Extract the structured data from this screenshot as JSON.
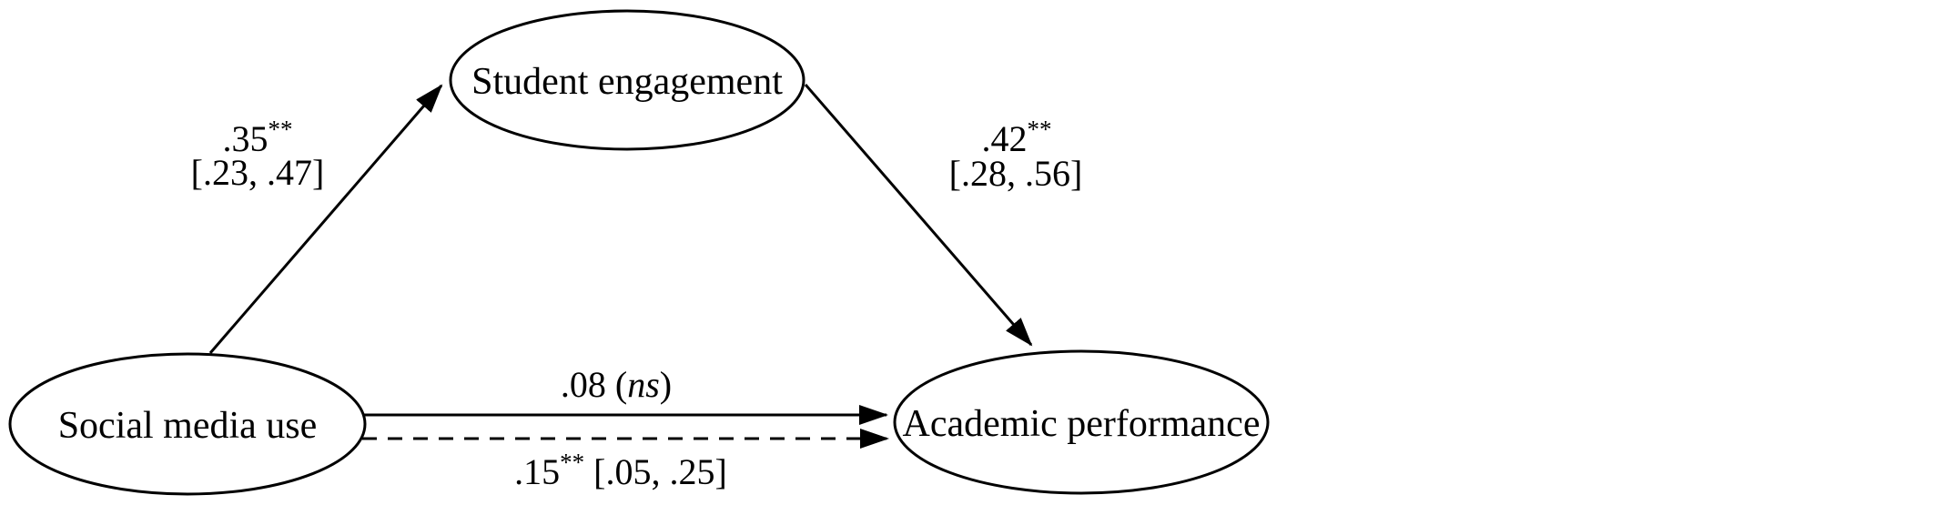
{
  "diagram": {
    "type": "mediation-path-diagram",
    "colors": {
      "ink": "#000000",
      "background": "#ffffff"
    },
    "nodes": {
      "predictor": {
        "label": "Social media use"
      },
      "mediator": {
        "label": "Student engagement"
      },
      "outcome": {
        "label": "Academic performance"
      }
    },
    "paths": {
      "a_path": {
        "coef": ".35",
        "sig": "**",
        "ci": "[.23, .47]"
      },
      "b_path": {
        "coef": ".42",
        "sig": "**",
        "ci": "[.28, .56]"
      },
      "direct_path": {
        "coef_open": ".08 (",
        "ns": "ns",
        "close": ")"
      },
      "total_path": {
        "coef": ".15",
        "sig": "**",
        "ci": " [.05, .25]"
      }
    }
  }
}
